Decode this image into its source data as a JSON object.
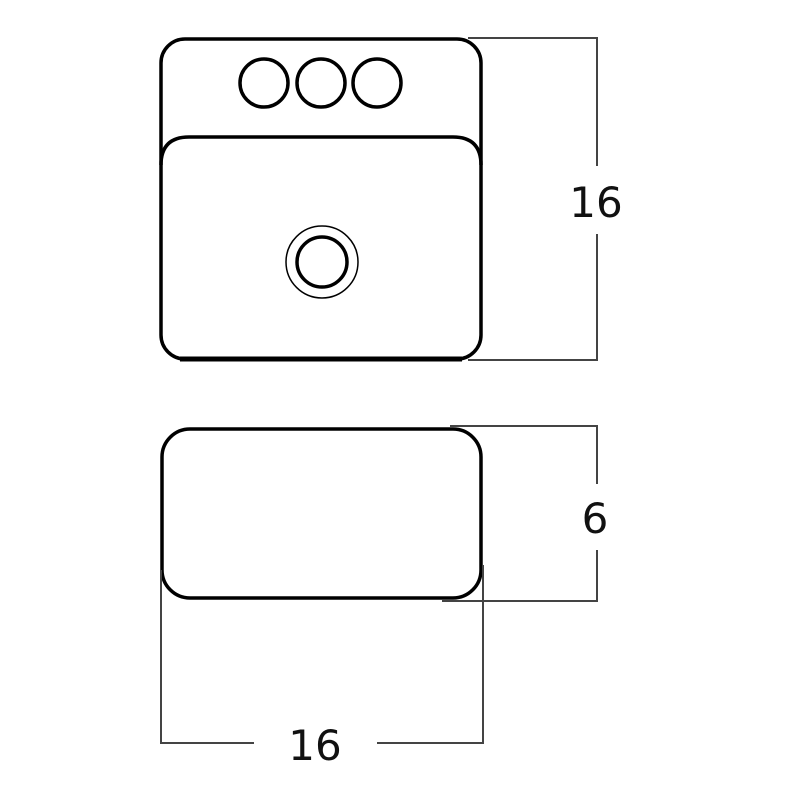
{
  "top_view": {
    "faucet_holes": 3,
    "drain": true,
    "dimension_depth_label": "16"
  },
  "side_view": {
    "dimension_height_label": "6",
    "dimension_width_label": "16"
  },
  "colors": {
    "outline": "#000000",
    "dimension_line": "#444444",
    "background": "#ffffff"
  }
}
